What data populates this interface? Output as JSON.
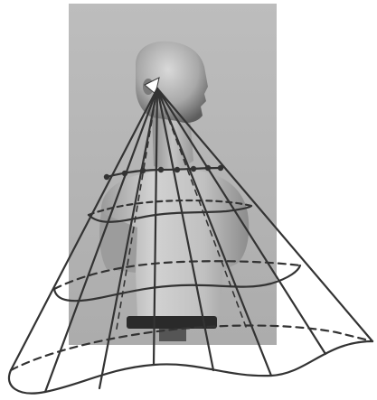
{
  "figure": {
    "description_visible_text": "",
    "colors": {
      "background_photo": "#b5b5b5",
      "mannequin_light": "#c8c8c8",
      "mannequin_mid": "#a9a9a9",
      "mannequin_dark": "#6f6f6f",
      "grid_lines": "#333333",
      "page_background": "#ffffff"
    },
    "elements": {
      "photo": "mannequin-torso-photo",
      "cone": "wireframe-cone",
      "source": "emitter-marker",
      "ring_points": "ring-dots"
    }
  }
}
